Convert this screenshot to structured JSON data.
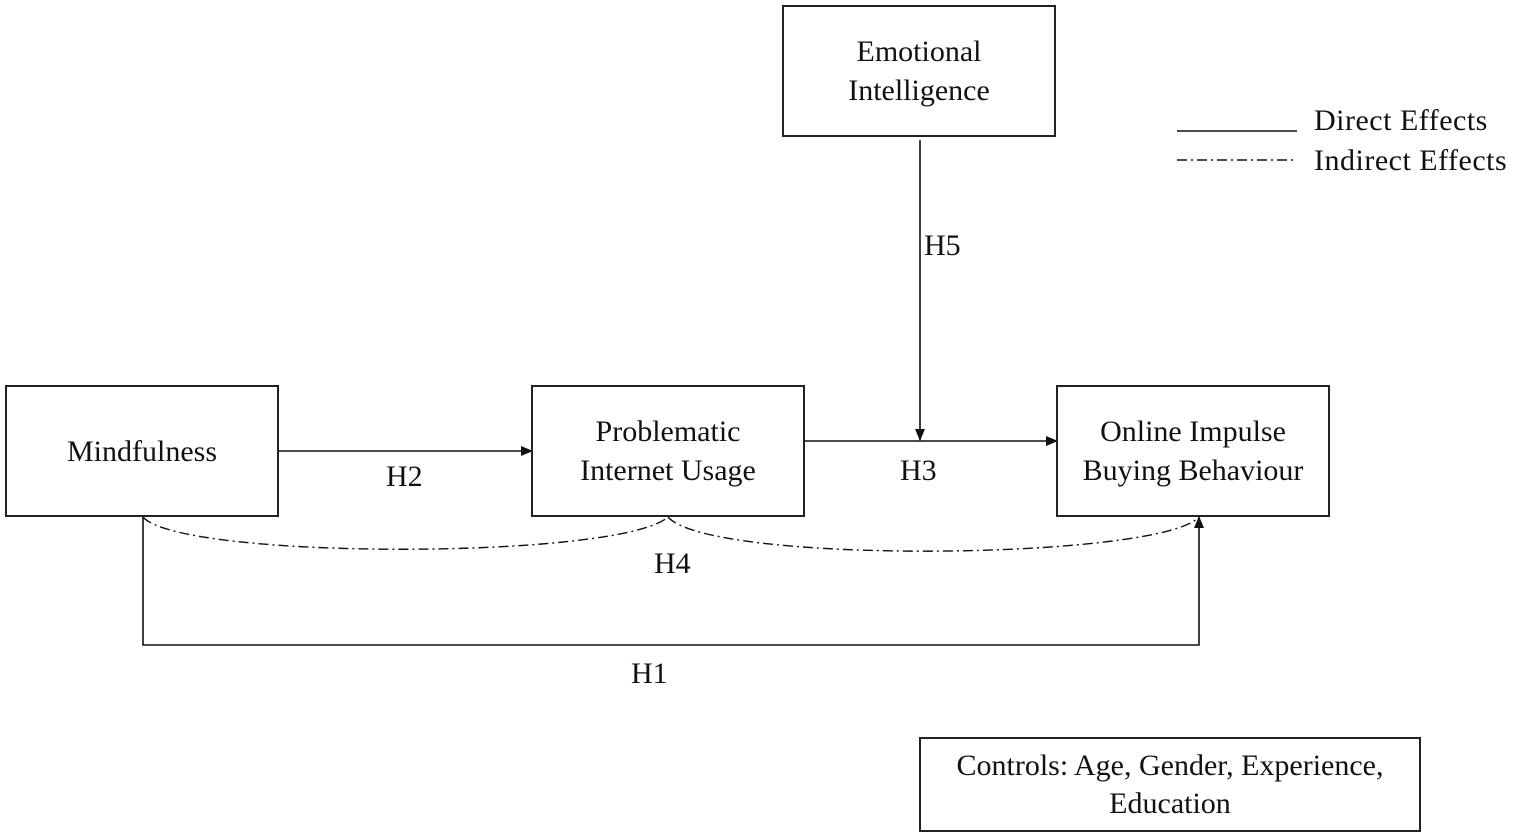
{
  "nodes": {
    "emotional_intelligence": [
      "Emotional",
      "Intelligence"
    ],
    "mindfulness": [
      "Mindfulness"
    ],
    "problematic_internet_usage": [
      "Problematic",
      "Internet Usage"
    ],
    "online_impulse_buying": [
      "Online Impulse",
      "Buying Behaviour"
    ],
    "controls": [
      "Controls: Age, Gender, Experience,",
      "Education"
    ]
  },
  "paths": {
    "h1": "H1",
    "h2": "H2",
    "h3": "H3",
    "h4": "H4",
    "h5": "H5"
  },
  "legend": {
    "direct": "Direct Effects",
    "indirect": "Indirect Effects"
  }
}
